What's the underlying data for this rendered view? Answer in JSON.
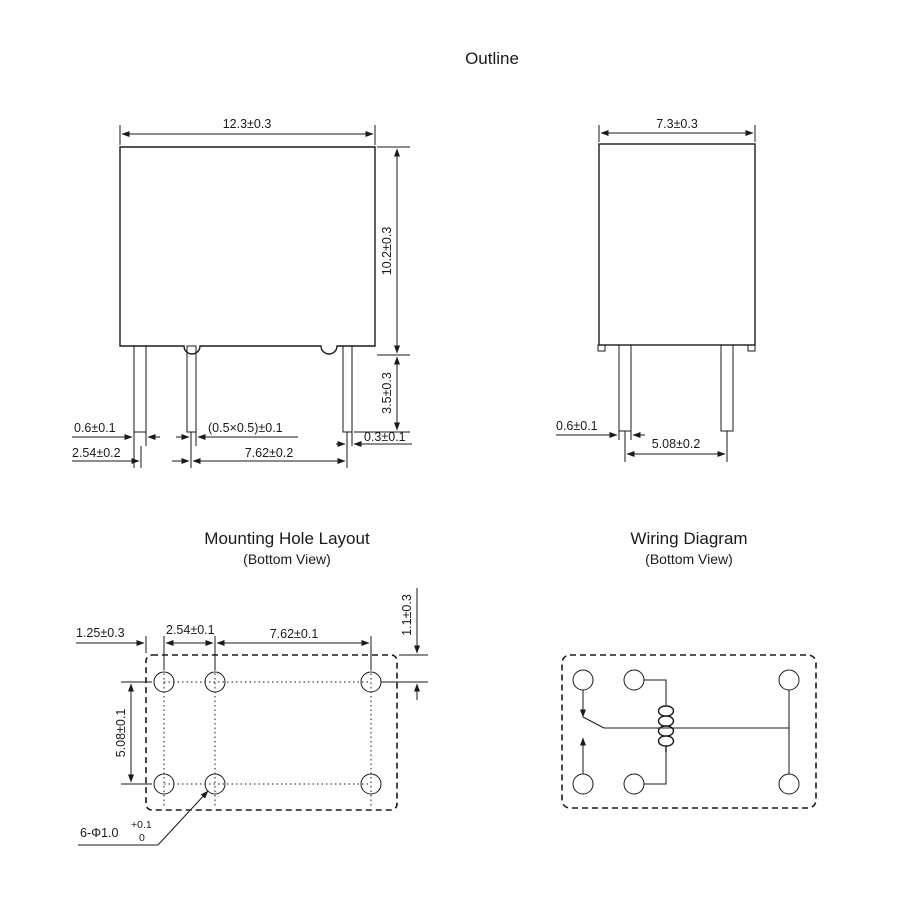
{
  "titles": {
    "outline": "Outline",
    "mounting": "Mounting Hole Layout",
    "mounting_sub": "(Bottom View)",
    "wiring": "Wiring Diagram",
    "wiring_sub": "(Bottom View)"
  },
  "dims_front": {
    "width": "12.3±0.3",
    "height": "10.2±0.3",
    "pin_length": "3.5±0.3",
    "pin_width": "0.6±0.1",
    "pin_section": "(0.5×0.5)±0.1",
    "pin_gap": "0.3±0.1",
    "pitch_a": "2.54±0.2",
    "pitch_b": "7.62±0.2"
  },
  "dims_side": {
    "width": "7.3±0.3",
    "pin_width": "0.6±0.1",
    "pitch": "5.08±0.2"
  },
  "dims_mount": {
    "edge": "1.25±0.3",
    "pitch_a": "2.54±0.1",
    "pitch_b": "7.62±0.1",
    "edge_top": "1.1±0.3",
    "row": "5.08±0.1",
    "hole": "6-Φ1.0",
    "hole_tol_plus": "+0.1",
    "hole_tol_minus": "0"
  }
}
